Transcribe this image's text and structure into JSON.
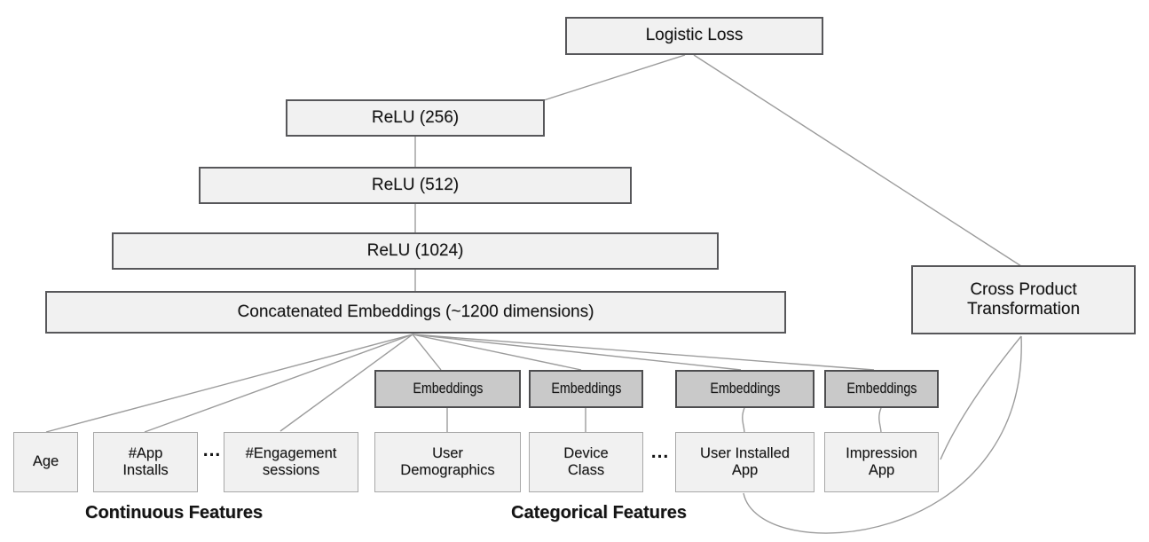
{
  "nodes": {
    "logistic_loss": {
      "label": "Logistic Loss"
    },
    "relu_256": {
      "label": "ReLU (256)"
    },
    "relu_512": {
      "label": "ReLU (512)"
    },
    "relu_1024": {
      "label": "ReLU (1024)"
    },
    "concatenated_embeddings": {
      "label": "Concatenated Embeddings (~1200 dimensions)"
    },
    "cross_product": {
      "label": "Cross Product\nTransformation"
    },
    "embedding_1": {
      "label": "Embeddings"
    },
    "embedding_2": {
      "label": "Embeddings"
    },
    "embedding_3": {
      "label": "Embeddings"
    },
    "embedding_4": {
      "label": "Embeddings"
    },
    "age": {
      "label": "Age"
    },
    "app_installs": {
      "label": "#App\nInstalls"
    },
    "engagement_sessions": {
      "label": "#Engagement\nsessions"
    },
    "user_demographics": {
      "label": "User\nDemographics"
    },
    "device_class": {
      "label": "Device\nClass"
    },
    "user_installed_app": {
      "label": "User Installed\nApp"
    },
    "impression_app": {
      "label": "Impression\nApp"
    }
  },
  "ellipsis": "...",
  "group_labels": {
    "continuous": "Continuous Features",
    "categorical": "Categorical Features"
  },
  "colors": {
    "box_fill": "#f1f1f1",
    "box_border_dark": "#57575a",
    "box_border_light": "#a8a8a8",
    "embedding_fill": "#c9c9c9",
    "embedding_border": "#4d4d4f",
    "line": "#9c9c9c",
    "text": "#141414"
  }
}
